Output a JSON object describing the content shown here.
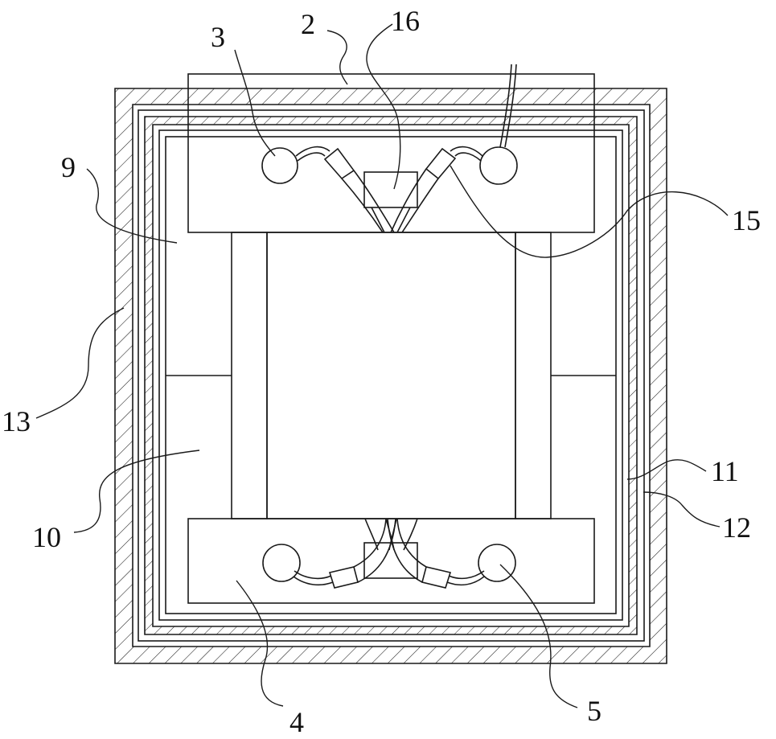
{
  "figure": {
    "labels": {
      "l2": "2",
      "l3": "3",
      "l16": "16",
      "l9": "9",
      "l15": "15",
      "l13": "13",
      "l10": "10",
      "l11": "11",
      "l12": "12",
      "l4": "4",
      "l5": "5"
    },
    "colors": {
      "stroke": "#1a1a1a",
      "background": "#ffffff"
    }
  }
}
